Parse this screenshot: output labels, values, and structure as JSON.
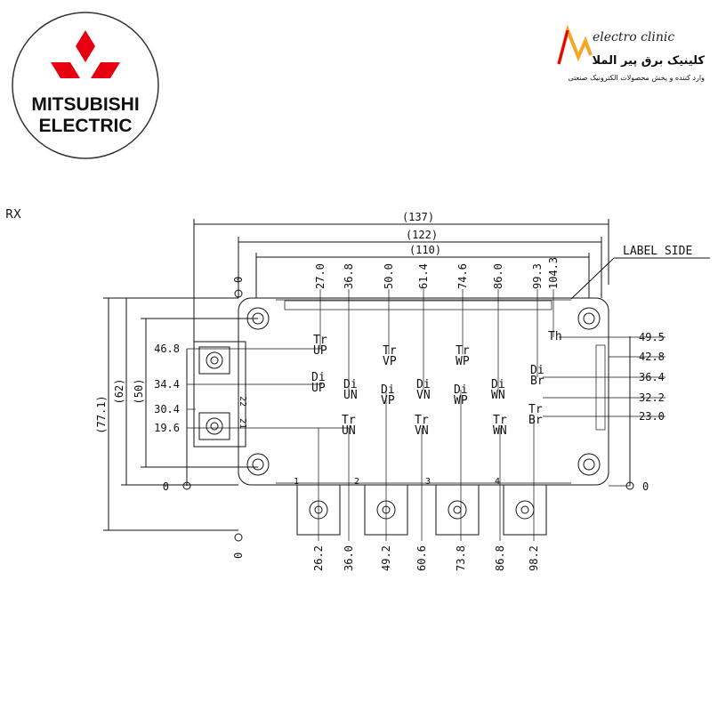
{
  "logos": {
    "left": {
      "line1": "MITSUBISHI",
      "line2": "ELECTRIC"
    },
    "right": {
      "title": "electro clinic",
      "subtitle_fa": "کلینیک برق پیر الملا",
      "tagline_fa": "وارد کننده و پخش محصولات الکترونیک صنعتی"
    }
  },
  "package_label": "RX",
  "label_side": "LABEL SIDE",
  "dimensions": {
    "width_overall": "(137)",
    "width_mid": "(122)",
    "width_inner": "(110)",
    "height_overall": "(77.1)",
    "height_mid": "(62)",
    "height_inner": "(50)"
  },
  "top_x_ticks": [
    "27.0",
    "36.8",
    "50.0",
    "61.4",
    "74.6",
    "86.0",
    "99.3",
    "104.3"
  ],
  "bottom_x_ticks": [
    "26.2",
    "36.0",
    "49.2",
    "60.6",
    "73.8",
    "86.8",
    "98.2"
  ],
  "left_y_ticks": [
    "46.8",
    "34.4",
    "30.4",
    "19.6"
  ],
  "right_y_ticks": [
    "49.5",
    "42.8",
    "36.4",
    "32.2",
    "23.0"
  ],
  "zeros": {
    "top": "0",
    "bottom": "0",
    "left": "0",
    "right": "0"
  },
  "components": [
    {
      "main": "Tr",
      "sub": "UP"
    },
    {
      "main": "Tr",
      "sub": "VP"
    },
    {
      "main": "Tr",
      "sub": "WP"
    },
    {
      "main": "Th",
      "sub": ""
    },
    {
      "main": "Di",
      "sub": "UP"
    },
    {
      "main": "Di",
      "sub": "UN"
    },
    {
      "main": "Di",
      "sub": "VP"
    },
    {
      "main": "Di",
      "sub": "VN"
    },
    {
      "main": "Di",
      "sub": "WP"
    },
    {
      "main": "Di",
      "sub": "WN"
    },
    {
      "main": "Di",
      "sub": "Br"
    },
    {
      "main": "Tr",
      "sub": "UN"
    },
    {
      "main": "Tr",
      "sub": "VN"
    },
    {
      "main": "Tr",
      "sub": "WN"
    },
    {
      "main": "Tr",
      "sub": "Br"
    }
  ],
  "terminal_numbers": [
    "1",
    "2",
    "3",
    "4"
  ],
  "side_pin_numbers": [
    "22",
    "21"
  ]
}
